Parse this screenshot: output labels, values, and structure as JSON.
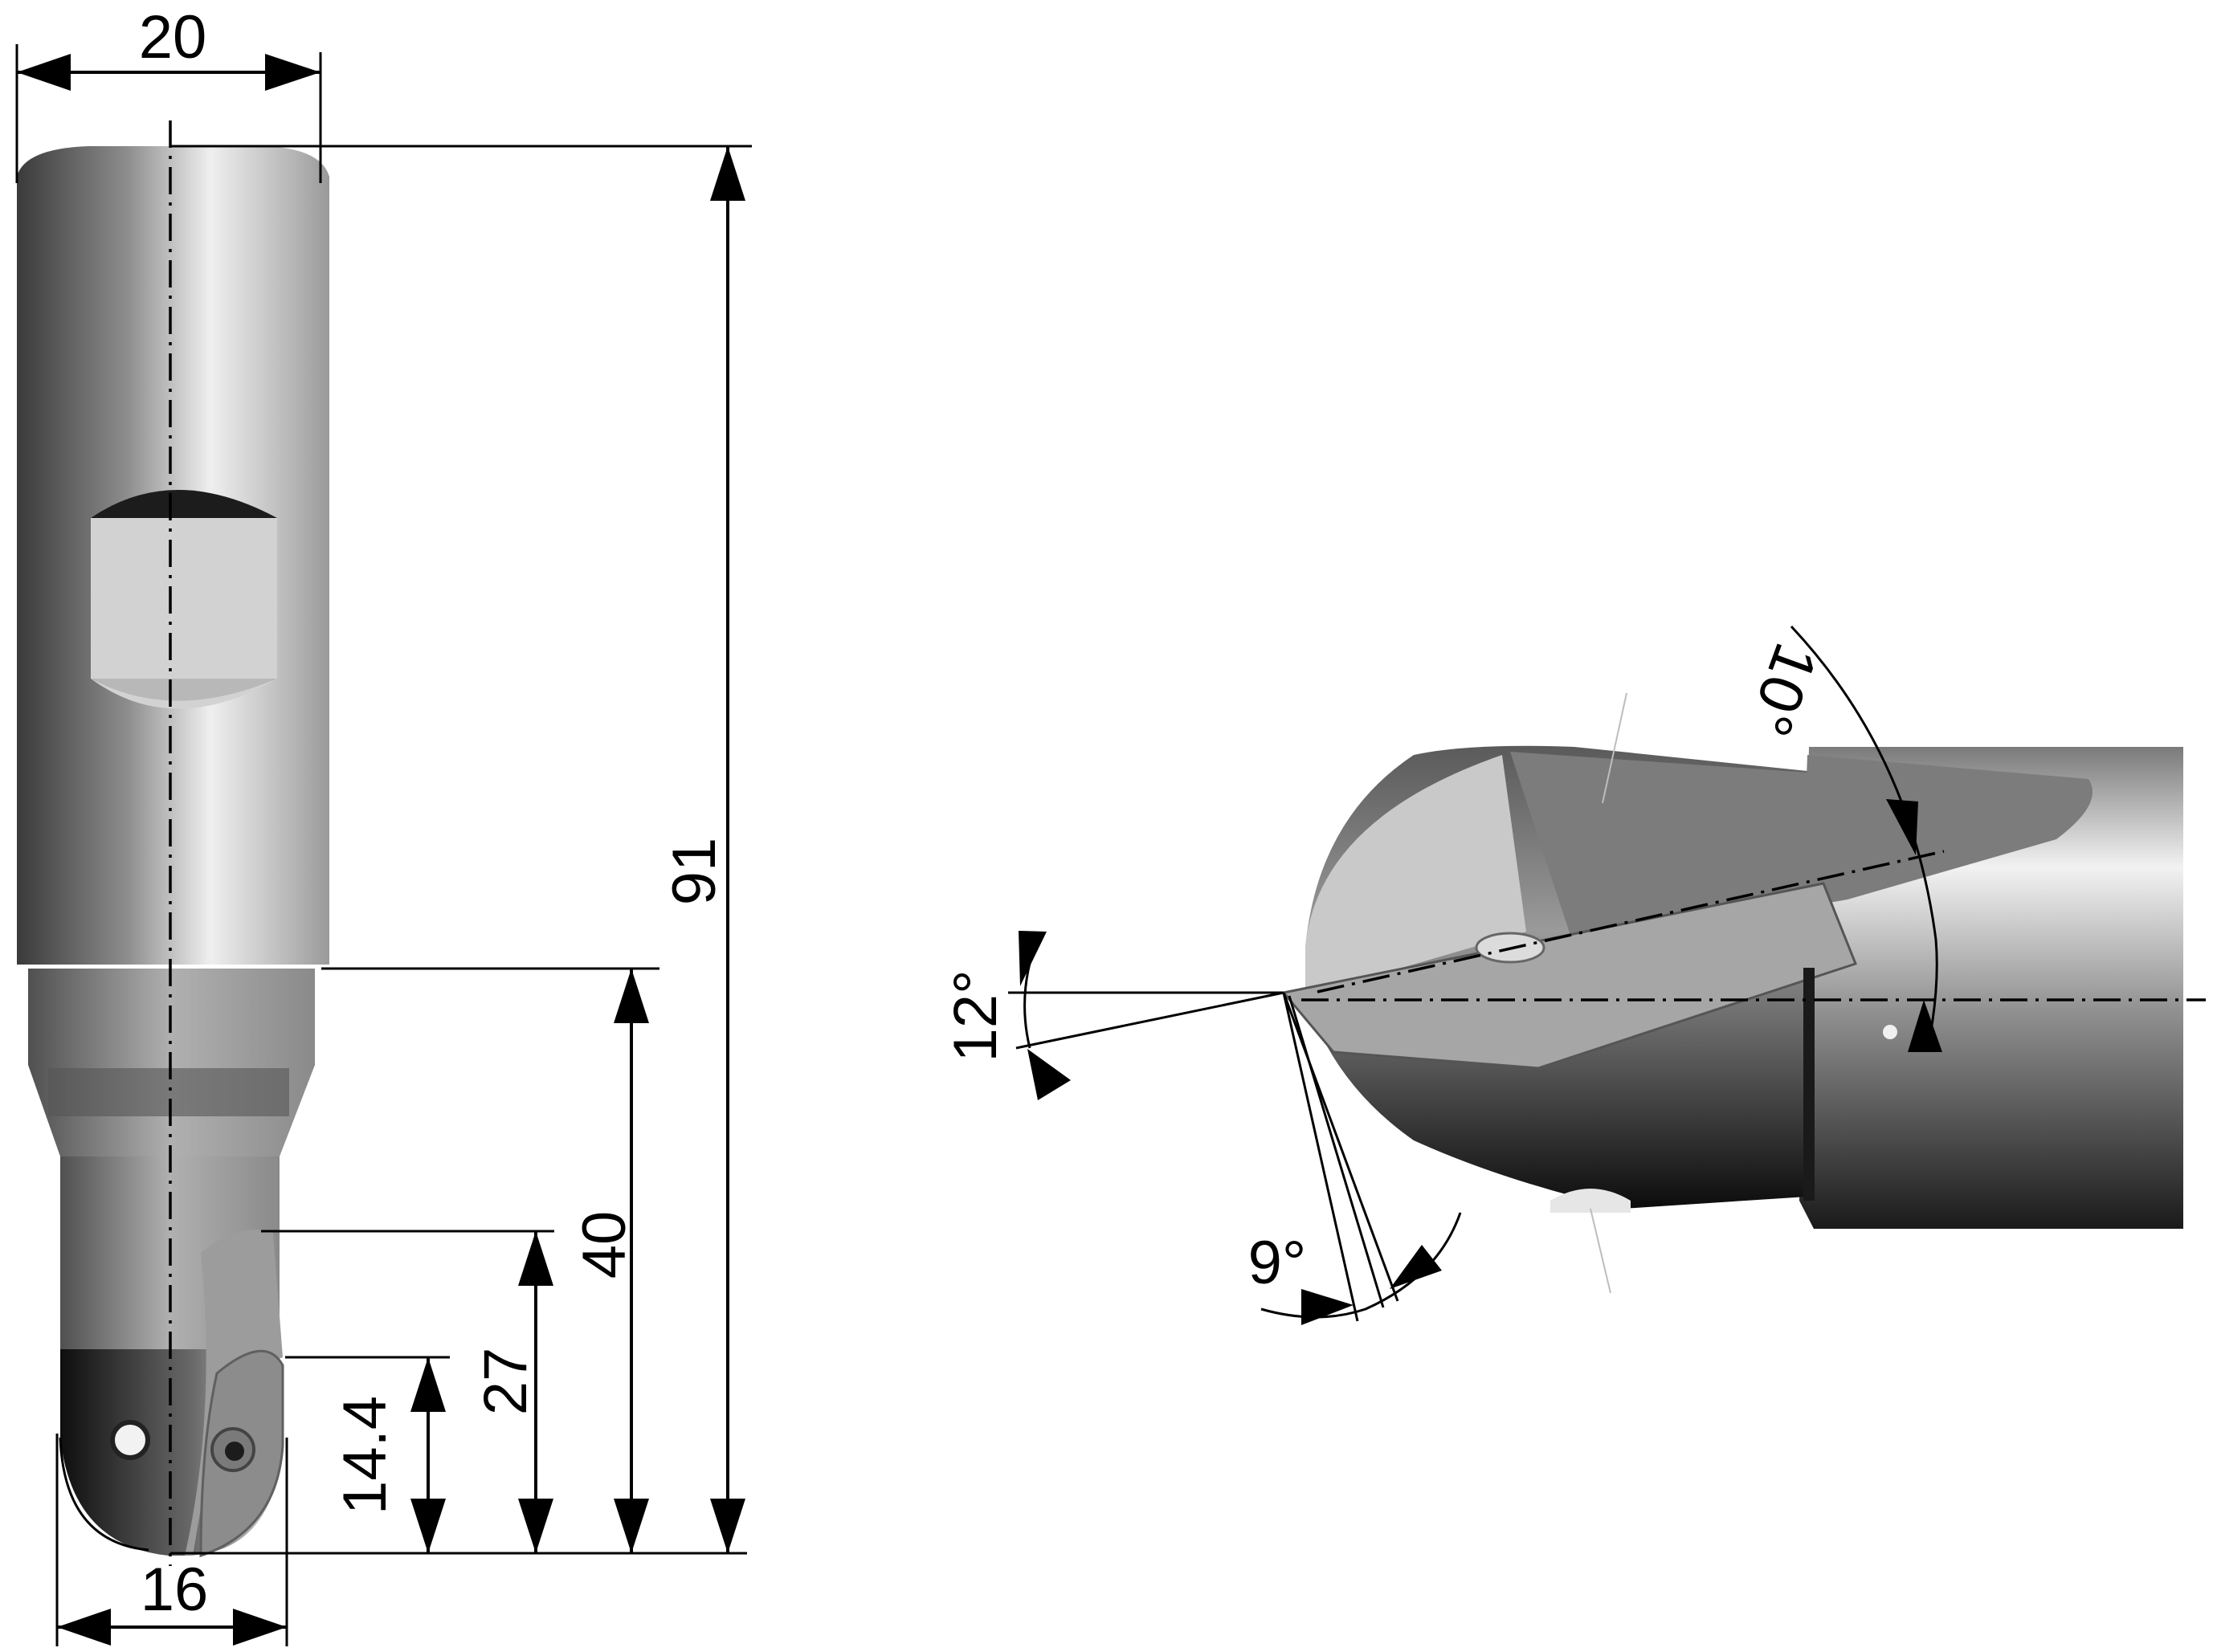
{
  "drawing": {
    "type": "technical-drawing",
    "subject": "ball-nose end mill with indexable insert",
    "colors": {
      "background": "#ffffff",
      "lines": "#000000",
      "metal_dark": "#2a2a2a",
      "metal_mid": "#8a8a8a",
      "metal_light": "#e6e6e6",
      "insert_face": "#b4b4b4"
    }
  },
  "side_view": {
    "dimensions": {
      "shank_diameter": {
        "value": "20"
      },
      "overall_length": {
        "value": "91"
      },
      "neck_length": {
        "value": "40"
      },
      "head_length": {
        "value": "27"
      },
      "insert_height": {
        "value": "14.4"
      },
      "cutting_diameter": {
        "value": "16"
      }
    }
  },
  "detail_view": {
    "angles": {
      "radial_rake": {
        "value": "12°"
      },
      "clearance": {
        "value": "9°"
      },
      "axial_rake": {
        "value": "10°"
      }
    }
  }
}
